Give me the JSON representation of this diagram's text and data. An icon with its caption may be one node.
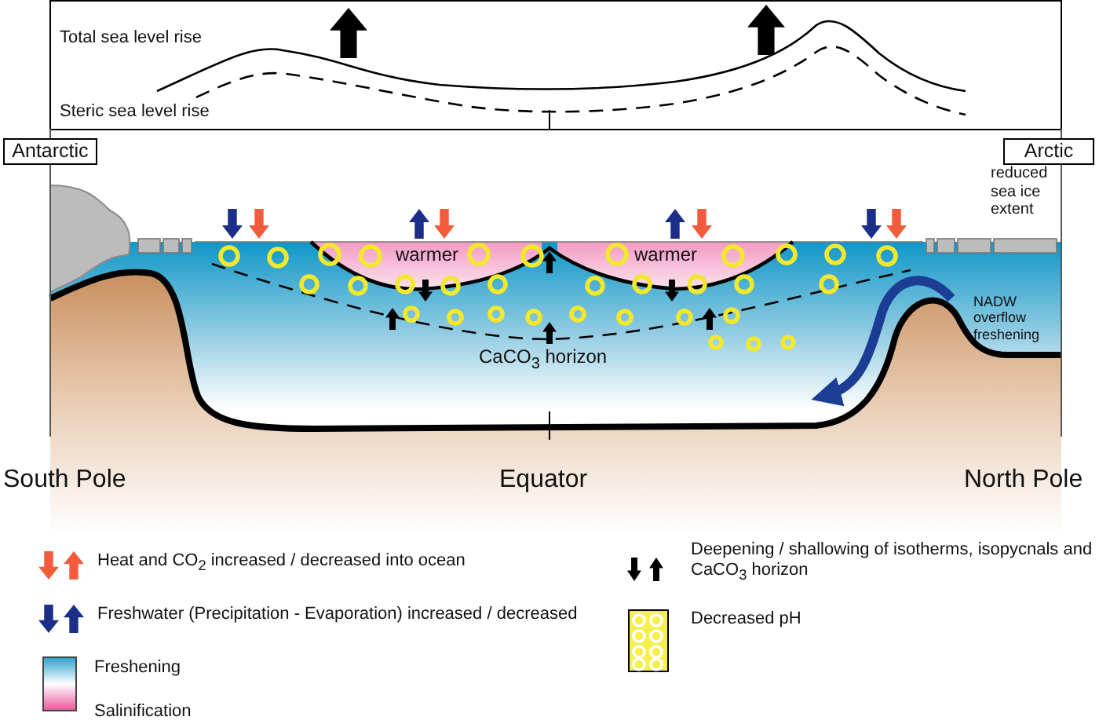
{
  "diagram": {
    "nodes": [
      {
        "text": [
          "Antarctic"
        ]
      },
      {
        "text": [
          "Arctic"
        ]
      }
    ],
    "labels": [
      "Total sea level rise",
      "Steric sea level rise",
      "reduced sea ice extent",
      "warmer",
      "warmer",
      "CaCO$_{3}$ horizon",
      "NADW overflow freshening",
      "South Pole",
      "Equator",
      "North Pole"
    ],
    "legend": [
      {
        "text": "Heat and CO$_{2}$ increased / decreased into ocean"
      },
      {
        "text": "Deepening / shallowing of isotherms, isopycnals and CaCO$_{3}$ horizon"
      },
      {
        "text": "Freshwater (Precipitation - Evaporation) increased / decreased"
      },
      {
        "text": "Decreased pH"
      },
      {
        "text": "Freshening"
      },
      {
        "text": "Salinification"
      }
    ]
  }
}
